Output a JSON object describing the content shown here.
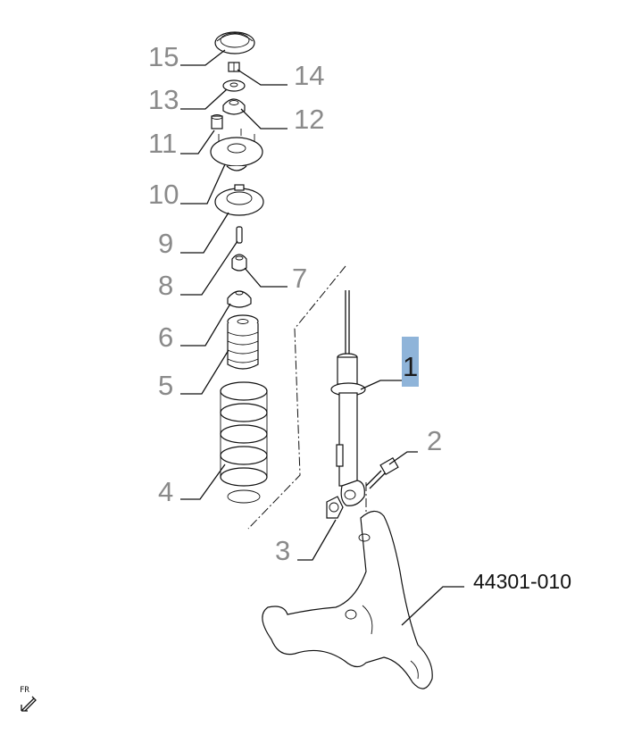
{
  "callouts": [
    {
      "id": "15",
      "label": "15"
    },
    {
      "id": "14",
      "label": "14"
    },
    {
      "id": "13",
      "label": "13"
    },
    {
      "id": "12",
      "label": "12"
    },
    {
      "id": "11",
      "label": "11"
    },
    {
      "id": "10",
      "label": "10"
    },
    {
      "id": "9",
      "label": "9"
    },
    {
      "id": "8",
      "label": "8"
    },
    {
      "id": "7",
      "label": "7"
    },
    {
      "id": "6",
      "label": "6"
    },
    {
      "id": "5",
      "label": "5"
    },
    {
      "id": "4",
      "label": "4"
    },
    {
      "id": "3",
      "label": "3"
    },
    {
      "id": "2",
      "label": "2"
    },
    {
      "id": "1",
      "label": "1"
    }
  ],
  "highlight": {
    "label": "1",
    "color": "#8fb4d9"
  },
  "reference_part": "44301-010",
  "direction_marker": "FR"
}
